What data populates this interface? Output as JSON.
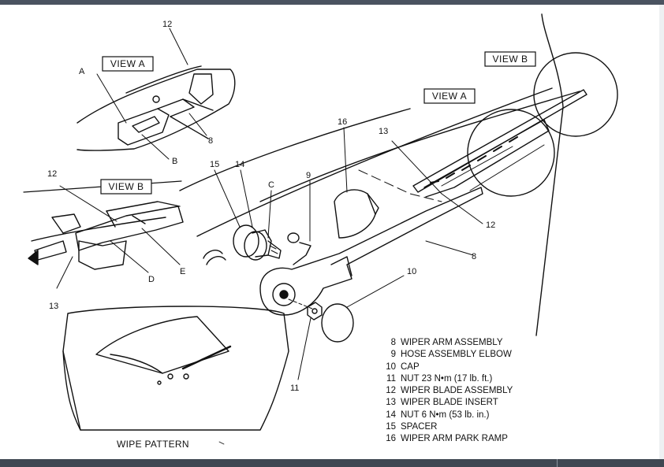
{
  "views": {
    "view_a_top": "VIEW A",
    "view_b_left": "VIEW B",
    "view_b_right": "VIEW B",
    "view_a_right": "VIEW A"
  },
  "callouts": {
    "n12_top": "12",
    "a": "A",
    "b": "B",
    "n8_top": "8",
    "n12_mid": "12",
    "e": "E",
    "d": "D",
    "n13_left": "13",
    "n15": "15",
    "n14": "14",
    "c": "C",
    "n9": "9",
    "n16": "16",
    "n13_right": "13",
    "n12_right": "12",
    "n8_right": "8",
    "n10": "10",
    "n11": "11"
  },
  "legend": [
    {
      "num": "8",
      "text": "WIPER ARM ASSEMBLY"
    },
    {
      "num": "9",
      "text": "HOSE ASSEMBLY ELBOW"
    },
    {
      "num": "10",
      "text": "CAP"
    },
    {
      "num": "11",
      "text": "NUT 23 N•m  (17 lb. ft.)"
    },
    {
      "num": "12",
      "text": "WIPER BLADE ASSEMBLY"
    },
    {
      "num": "13",
      "text": "WIPER BLADE INSERT"
    },
    {
      "num": "14",
      "text": "NUT 6 N•m  (53 lb. in.)"
    },
    {
      "num": "15",
      "text": "SPACER"
    },
    {
      "num": "16",
      "text": "WIPER ARM PARK RAMP"
    }
  ],
  "wipe_pattern_caption": "WIPE PATTERN"
}
